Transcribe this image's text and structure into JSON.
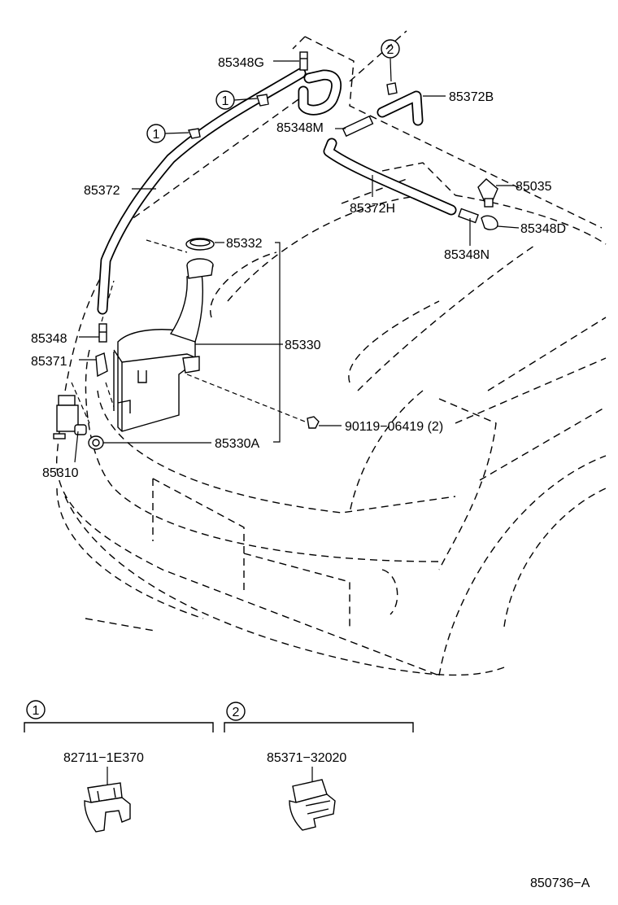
{
  "labels": {
    "p85348G": "85348G",
    "p85372B": "85372B",
    "p85348M": "85348M",
    "p85372": "85372",
    "p85035": "85035",
    "p85372H": "85372H",
    "p85348D": "85348D",
    "p85332": "85332",
    "p85348N": "85348N",
    "p85348": "85348",
    "p85330": "85330",
    "p85371": "85371",
    "p90119": "90119−06419 (2)",
    "p85330A": "85330A",
    "p85310": "85310"
  },
  "callouts": {
    "c1": "1",
    "c2": "2"
  },
  "legend": {
    "one": {
      "number": "1",
      "part": "82711−1E370"
    },
    "two": {
      "number": "2",
      "part": "85371−32020"
    }
  },
  "figure_id": "850736−A"
}
